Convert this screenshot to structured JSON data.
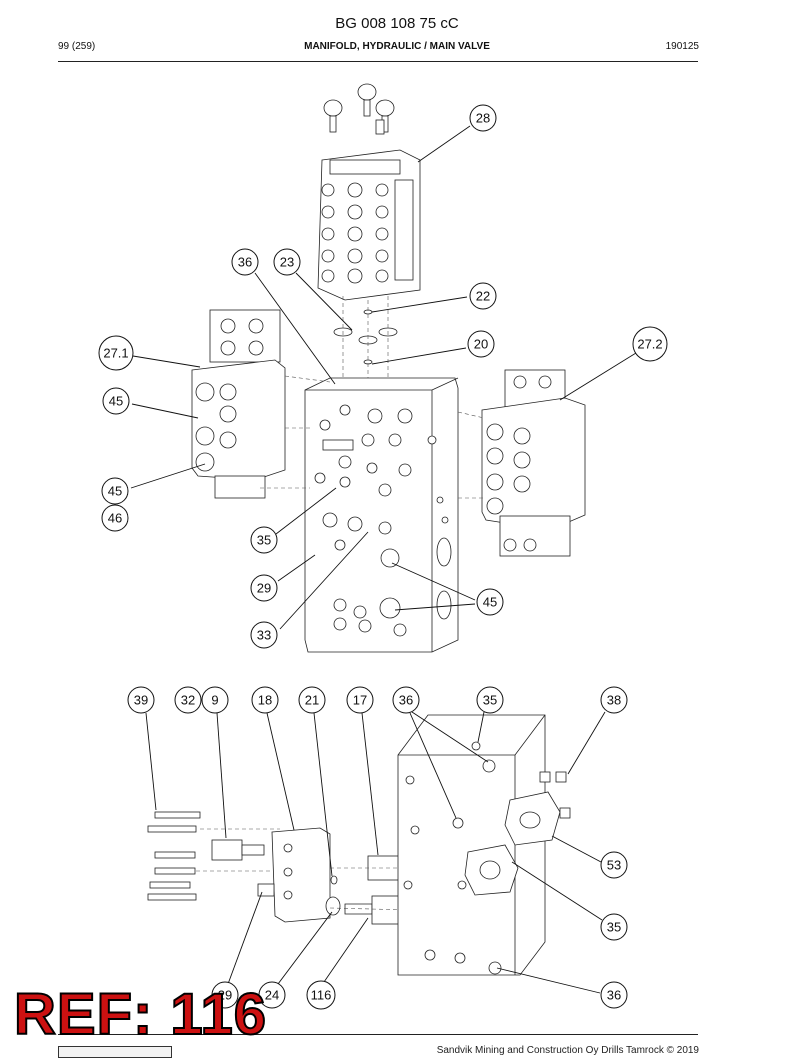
{
  "header": {
    "doc_number": "BG 008 108 75 cC",
    "page": "99 (259)",
    "section": "MANIFOLD, HYDRAULIC / MAIN VALVE",
    "date": "190125"
  },
  "callouts": {
    "c28": "28",
    "c36a": "36",
    "c23": "23",
    "c22": "22",
    "c27_1": "27.1",
    "c20": "20",
    "c27_2": "27.2",
    "c45a": "45",
    "c45b": "45",
    "c46": "46",
    "c35a": "35",
    "c29a": "29",
    "c45c": "45",
    "c33": "33",
    "c39": "39",
    "c32": "32",
    "c9": "9",
    "c18": "18",
    "c21": "21",
    "c17": "17",
    "c36b": "36",
    "c35b": "35",
    "c38": "38",
    "c53": "53",
    "c35c": "35",
    "c36c": "36",
    "c29b": "29",
    "c24": "24",
    "c116": "116"
  },
  "stamp": "REF: 116",
  "footer": {
    "copyright": "Sandvik Mining and Construction Oy Drills Tamrock © 2019"
  }
}
